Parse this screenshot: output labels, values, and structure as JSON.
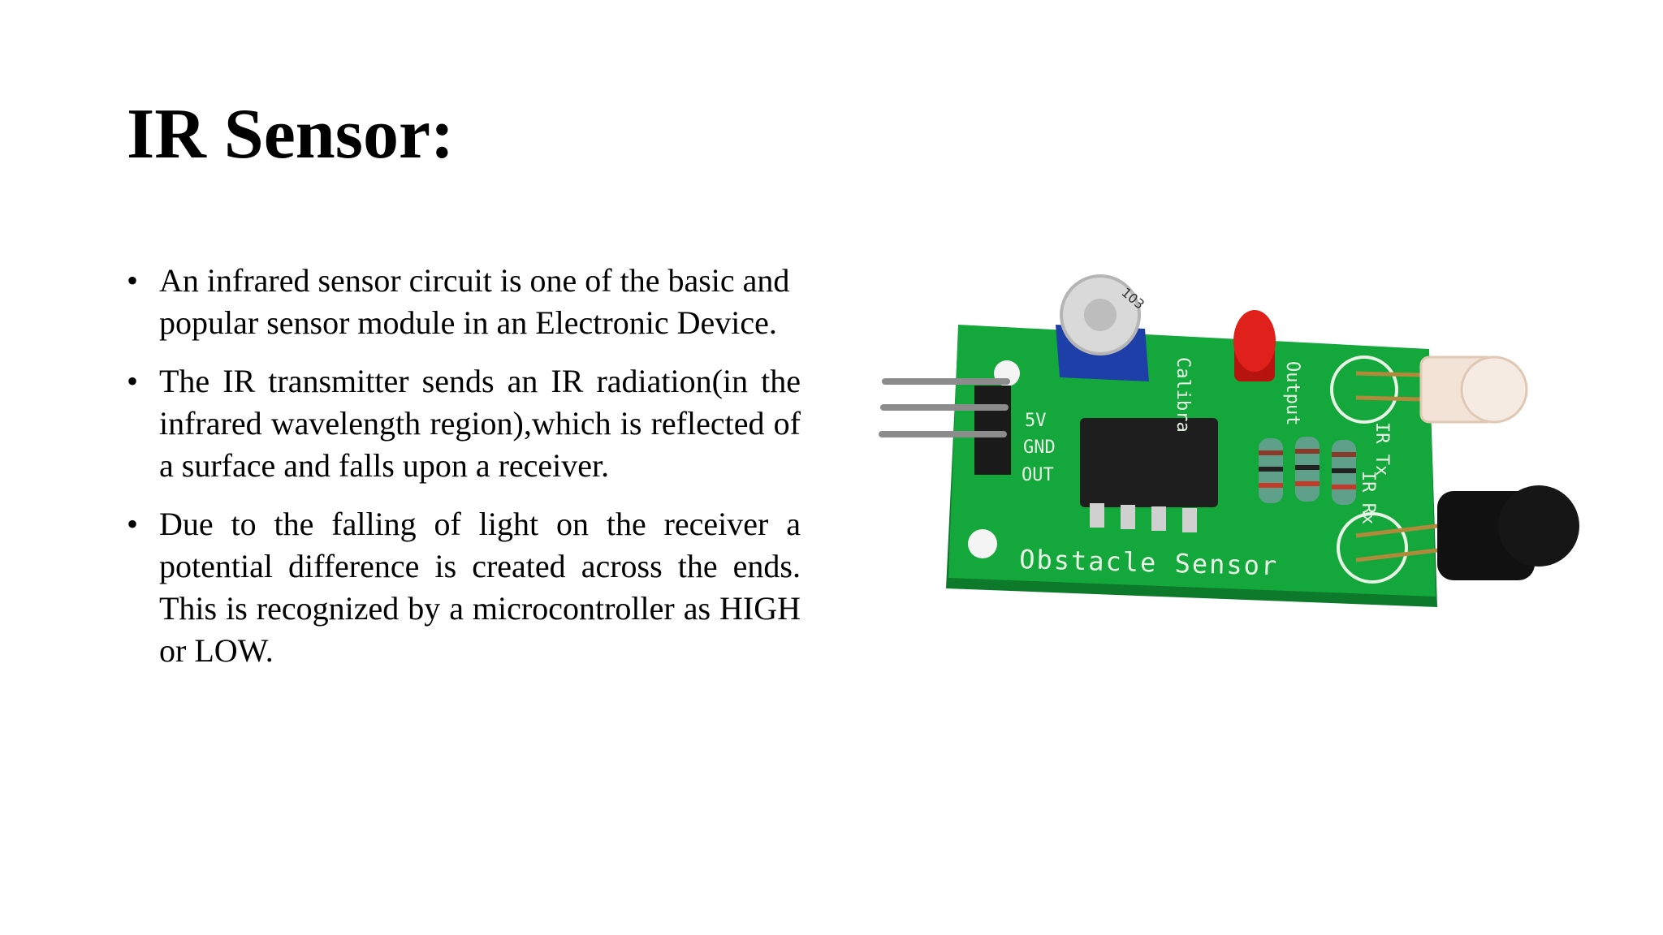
{
  "slide": {
    "title": "IR Sensor:",
    "bullets": [
      "An infrared  sensor circuit is one of the basic and popular sensor module in an Electronic Device.",
      "The IR transmitter sends an IR radiation(in the infrared wavelength region),which is reflected of a surface and falls upon a receiver.",
      "Due to the falling of light on the receiver a potential difference is created across the ends. This is recognized by a microcontroller as HIGH or LOW."
    ]
  },
  "image": {
    "board_label": "Obstacle Sensor",
    "pin_labels": [
      "5V",
      "GND",
      "OUT"
    ],
    "side_labels": [
      "Calibra",
      "Output",
      "IR Tx",
      "IR Rx"
    ],
    "pot_marking": "103",
    "colors": {
      "pcb": "#14a83c",
      "pcb_edge": "#0c7a2a",
      "led_red": "#e0201a",
      "potentiometer": "#1f3fa8",
      "ic": "#1e1e1e",
      "receiver": "#111111"
    }
  }
}
